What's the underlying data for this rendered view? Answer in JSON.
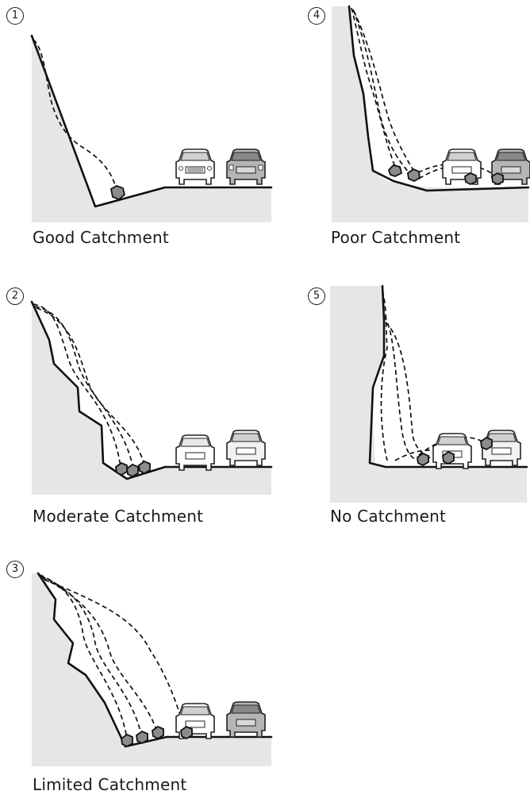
{
  "panels": [
    {
      "number": "1",
      "caption": "Good Catchment"
    },
    {
      "number": "2",
      "caption": "Moderate Catchment"
    },
    {
      "number": "3",
      "caption": "Limited Catchment"
    },
    {
      "number": "4",
      "caption": "Poor Catchment"
    },
    {
      "number": "5",
      "caption": "No Catchment"
    }
  ],
  "colors": {
    "ground_fill": "#e6e6e6",
    "outline": "#111111",
    "rock": "#8c8c8c",
    "car_light": "#ffffff",
    "car_dark": "#b5b5b5"
  }
}
